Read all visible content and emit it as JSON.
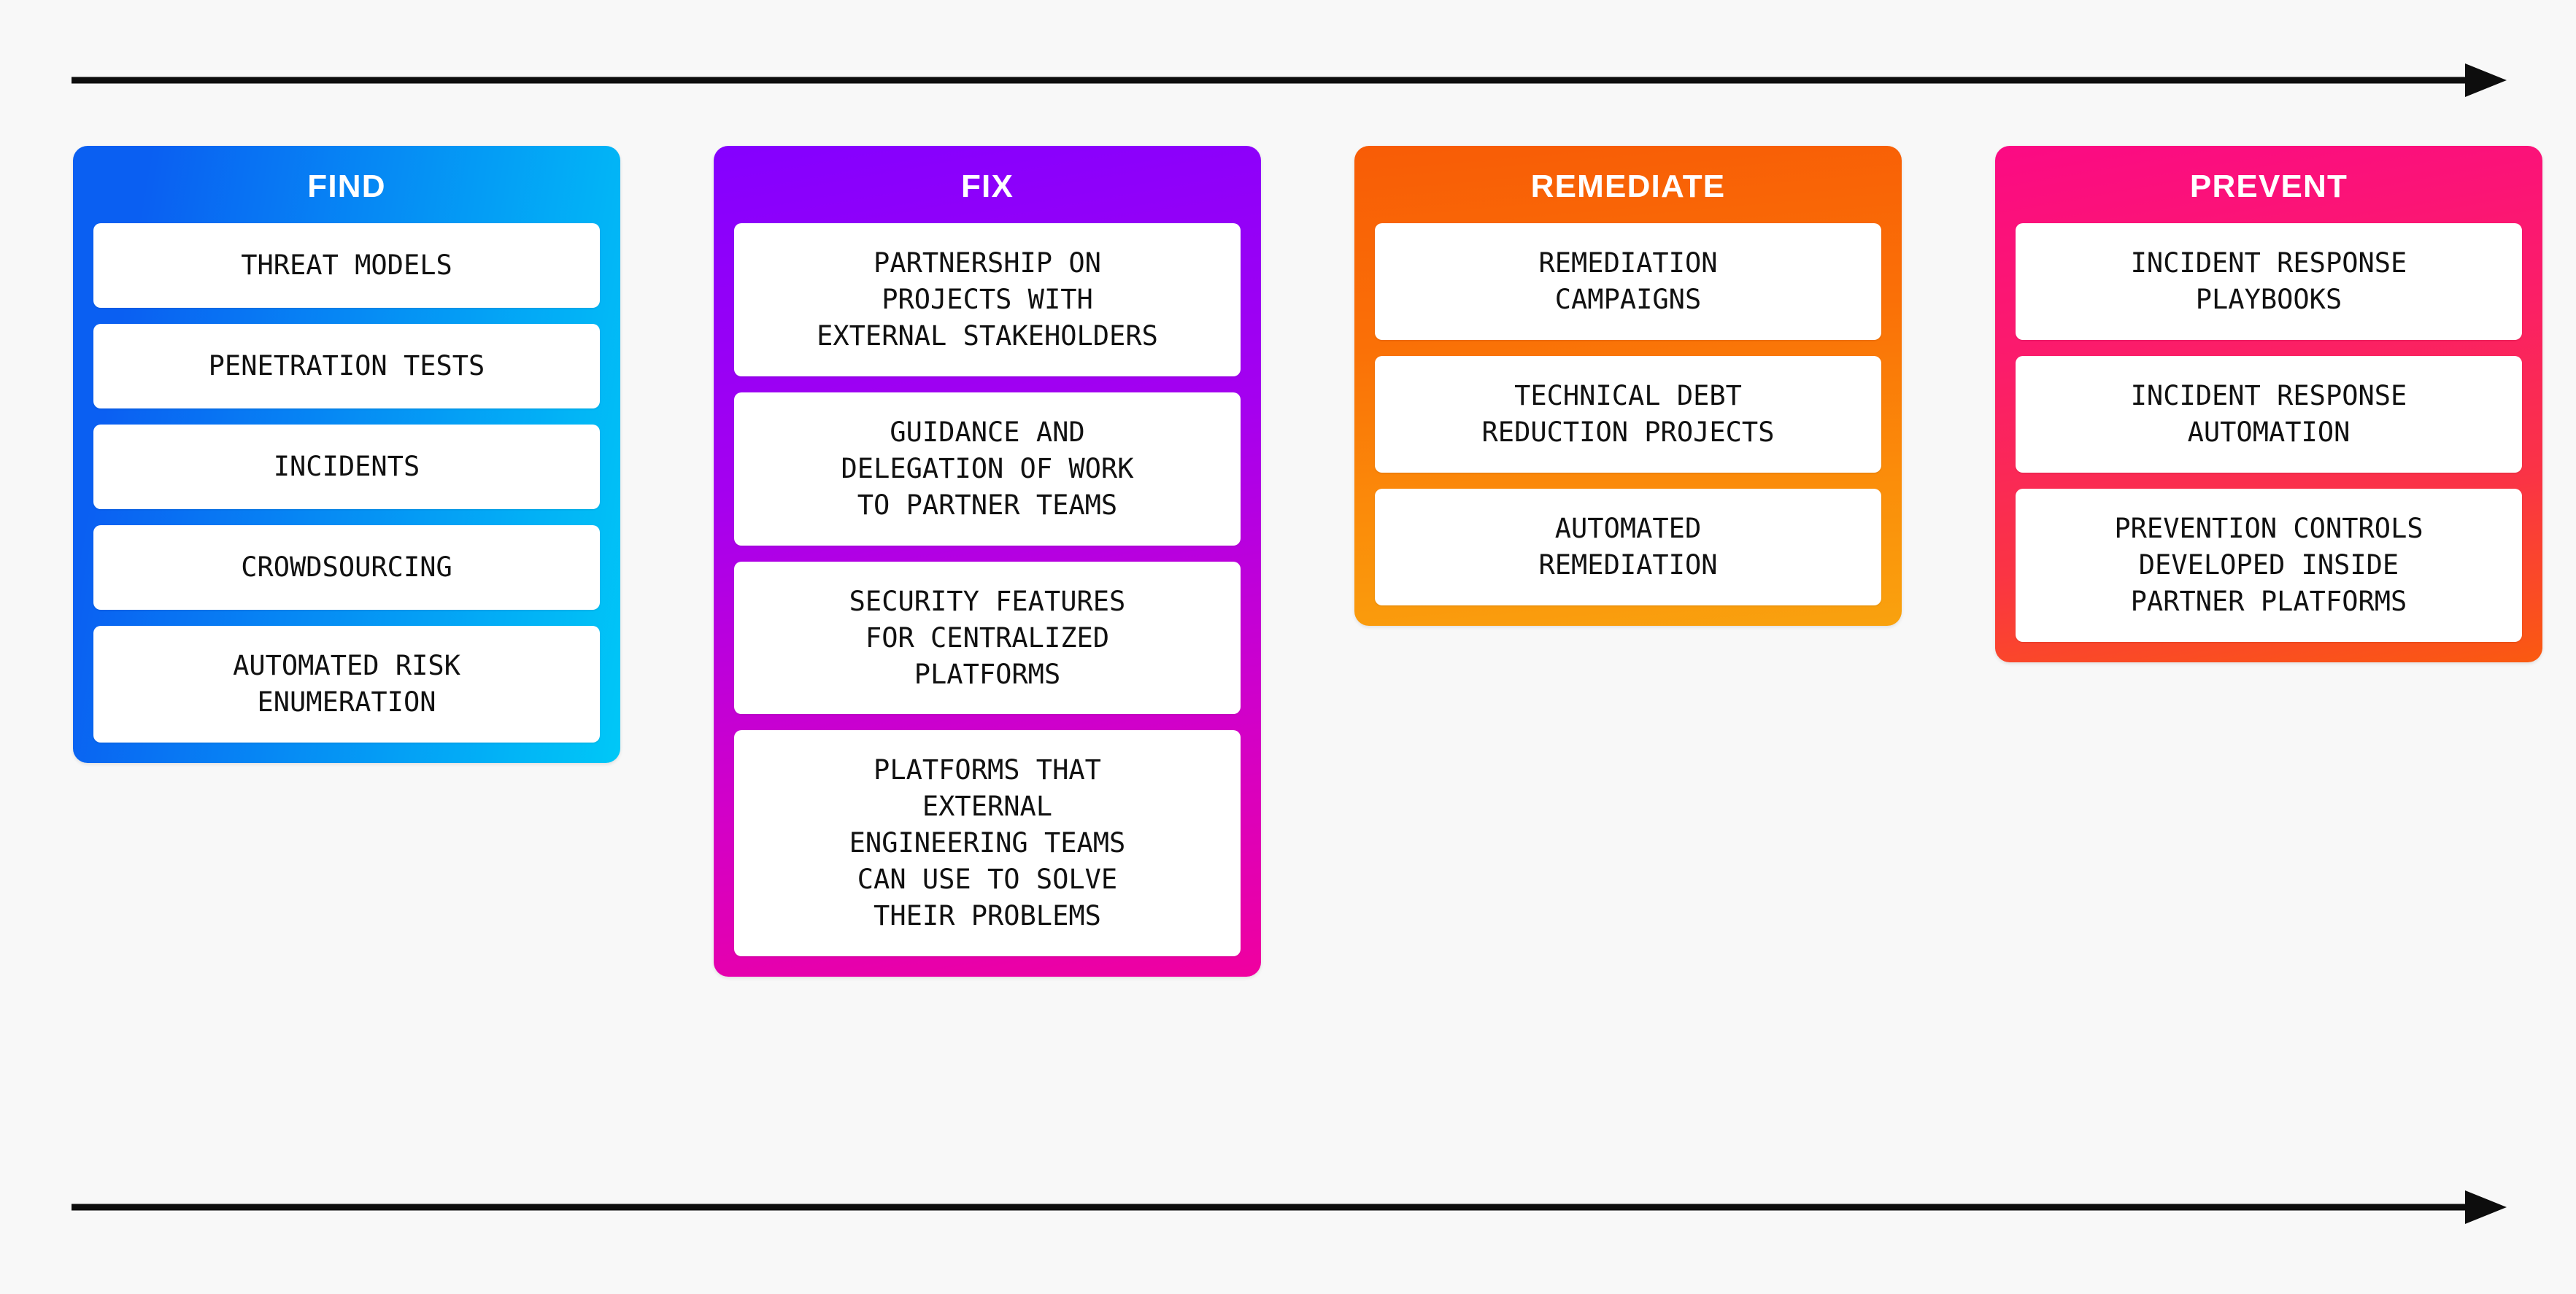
{
  "arrows": {
    "top": {
      "name": "progression-arrow-top",
      "direction": "right"
    },
    "bottom": {
      "name": "progression-arrow-bottom",
      "direction": "right"
    }
  },
  "columns": [
    {
      "id": "find",
      "title": "FIND",
      "accent_start": "#0a5ff2",
      "accent_end": "#00c8f7",
      "cards": [
        {
          "label": "THREAT MODELS"
        },
        {
          "label": "PENETRATION TESTS"
        },
        {
          "label": "INCIDENTS"
        },
        {
          "label": "CROWDSOURCING"
        },
        {
          "label": "AUTOMATED RISK\nENUMERATION"
        }
      ]
    },
    {
      "id": "fix",
      "title": "FIX",
      "accent_start": "#8400ff",
      "accent_end": "#f0009f",
      "cards": [
        {
          "label": "PARTNERSHIP ON\nPROJECTS WITH\nEXTERNAL STAKEHOLDERS"
        },
        {
          "label": "GUIDANCE AND\nDELEGATION OF WORK\nTO PARTNER TEAMS"
        },
        {
          "label": "SECURITY FEATURES\nFOR CENTRALIZED\nPLATFORMS"
        },
        {
          "label": "PLATFORMS THAT\nEXTERNAL\nENGINEERING TEAMS\nCAN USE TO SOLVE\nTHEIR PROBLEMS"
        }
      ]
    },
    {
      "id": "remediate",
      "title": "REMEDIATE",
      "accent_start": "#f85c06",
      "accent_end": "#f9a20e",
      "cards": [
        {
          "label": "REMEDIATION\nCAMPAIGNS"
        },
        {
          "label": "TECHNICAL DEBT\nREDUCTION PROJECTS"
        },
        {
          "label": "AUTOMATED\nREMEDIATION"
        }
      ]
    },
    {
      "id": "prevent",
      "title": "PREVENT",
      "accent_start": "#fb0a84",
      "accent_end": "#fa5a10",
      "cards": [
        {
          "label": "INCIDENT RESPONSE\nPLAYBOOKS"
        },
        {
          "label": "INCIDENT RESPONSE\nAUTOMATION"
        },
        {
          "label": "PREVENTION CONTROLS\nDEVELOPED INSIDE\nPARTNER PLATFORMS"
        }
      ]
    }
  ]
}
